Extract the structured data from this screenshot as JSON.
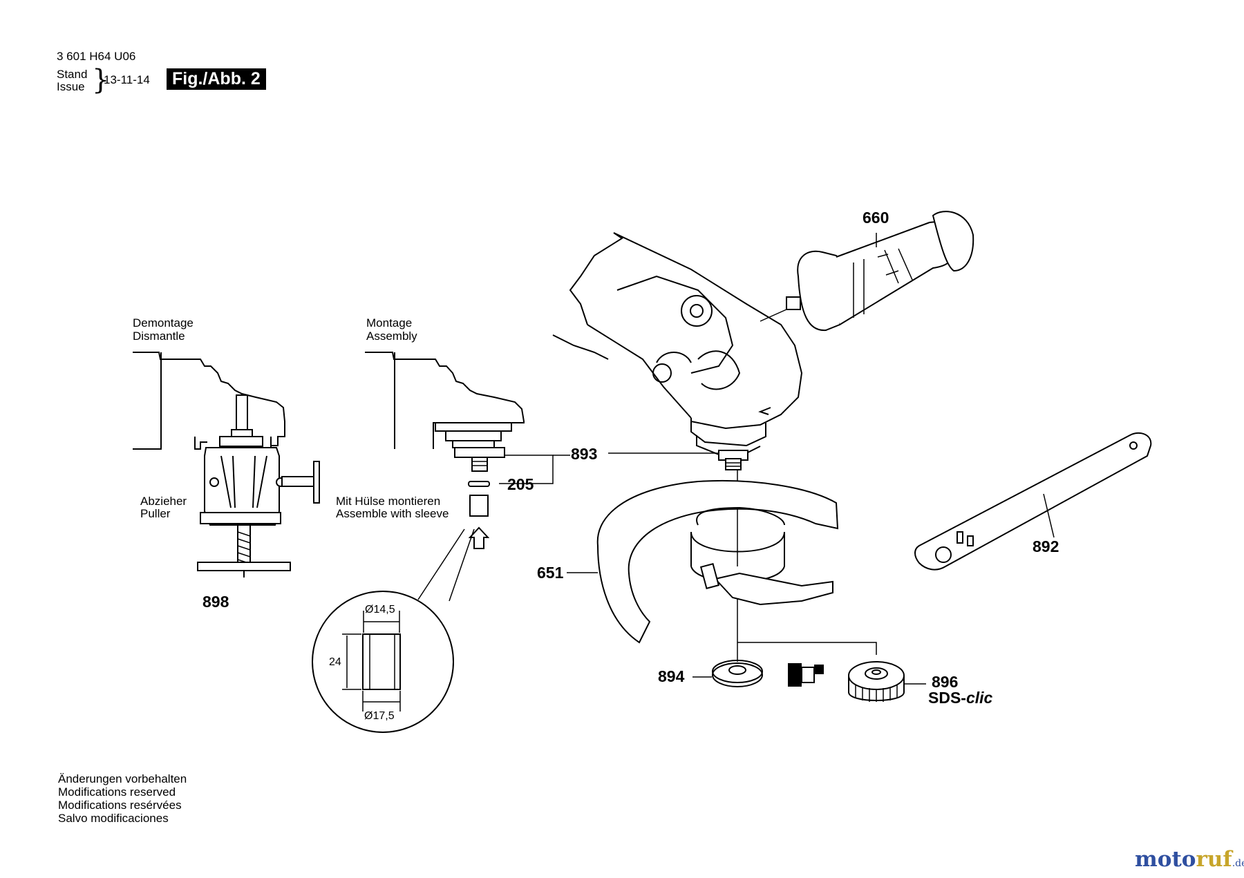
{
  "header": {
    "doc_number": "3 601 H64 U06",
    "stand": "Stand",
    "issue": "Issue",
    "date": "13-11-14",
    "figure": "Fig./Abb. 2"
  },
  "captions": {
    "dismantle_de": "Demontage",
    "dismantle_en": "Dismantle",
    "assembly_de": "Montage",
    "assembly_en": "Assembly",
    "puller_de": "Abzieher",
    "puller_en": "Puller",
    "sleeve_de": "Mit Hülse montieren",
    "sleeve_en": "Assemble with sleeve"
  },
  "dimensions": {
    "inner": "Ø14,5",
    "outer": "Ø17,5",
    "height": "24"
  },
  "parts": {
    "p660": "660",
    "p893": "893",
    "p205": "205",
    "p651": "651",
    "p892": "892",
    "p898": "898",
    "p894": "894",
    "p896": "896",
    "sds_prefix": "SDS-",
    "sds_suffix": "clic"
  },
  "footer": {
    "line1": "Änderungen vorbehalten",
    "line2": "Modifications reserved",
    "line3": "Modifications resérvées",
    "line4": "Salvo modificaciones"
  },
  "watermark": {
    "part1": "moto",
    "part2": "ruf",
    "tld": ".de"
  }
}
